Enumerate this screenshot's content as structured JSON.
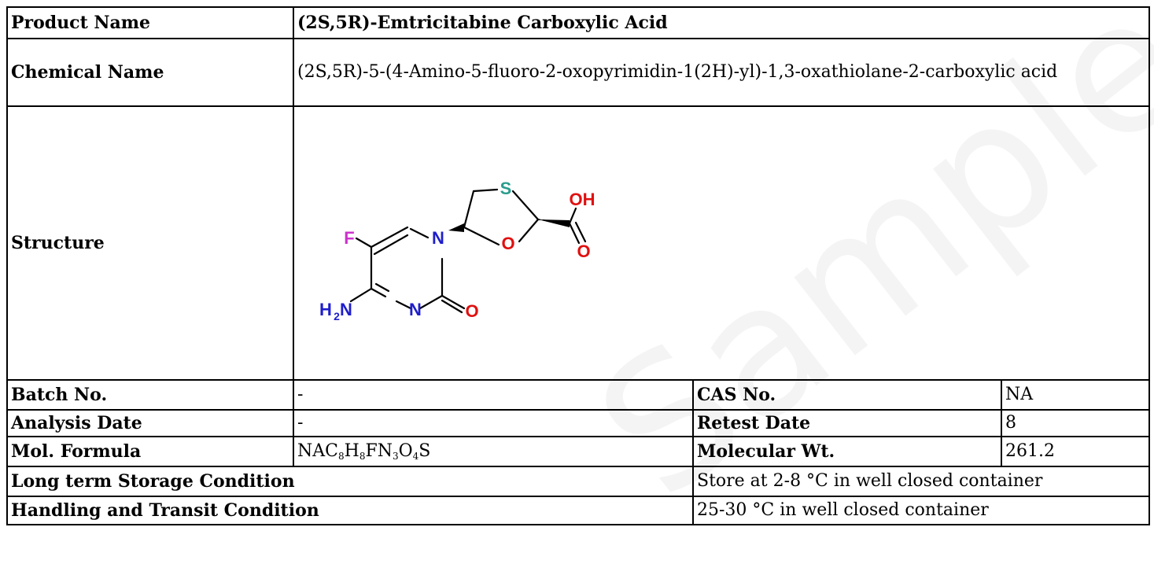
{
  "rows": {
    "product_name": {
      "label": "Product Name",
      "value": "(2S,5R)-Emtricitabine Carboxylic Acid"
    },
    "chemical_name": {
      "label": "Chemical Name",
      "value": "(2S,5R)-5-(4-Amino-5-fluoro-2-oxopyrimidin-1(2H)-yl)-1,3-oxathiolane-2-carboxylic acid"
    },
    "structure": {
      "label": "Structure",
      "atoms": {
        "f": "F",
        "n1": "N",
        "s": "S",
        "oh": "OH",
        "o_ring": "O",
        "o_acid": "O",
        "h": "H",
        "h_sub": "2",
        "n_amine": "N",
        "n3": "N",
        "o_keto": "O"
      },
      "atom_colors": {
        "F": "#cc33cc",
        "N": "#1e1ecc",
        "S": "#2a9d8f",
        "O": "#e01010"
      }
    },
    "batch": {
      "label": "Batch No.",
      "value": "-",
      "label2": "CAS No.",
      "value2": "NA"
    },
    "analysis": {
      "label": "Analysis Date",
      "value": "-",
      "label2": "Retest Date",
      "value2": "8"
    },
    "formula": {
      "label": "Mol. Formula",
      "parts": [
        "NAC",
        "8",
        "H",
        "8",
        "FN",
        "3",
        "O",
        "4",
        "S"
      ],
      "label2": "Molecular Wt.",
      "value2": "261.2"
    },
    "storage": {
      "label": "Long term Storage Condition",
      "value": "Store at 2-8 °C in well closed container"
    },
    "handling": {
      "label": "Handling and Transit Condition",
      "value": "25-30 °C in well closed container"
    }
  },
  "watermark": {
    "line1": "Sample COA"
  }
}
